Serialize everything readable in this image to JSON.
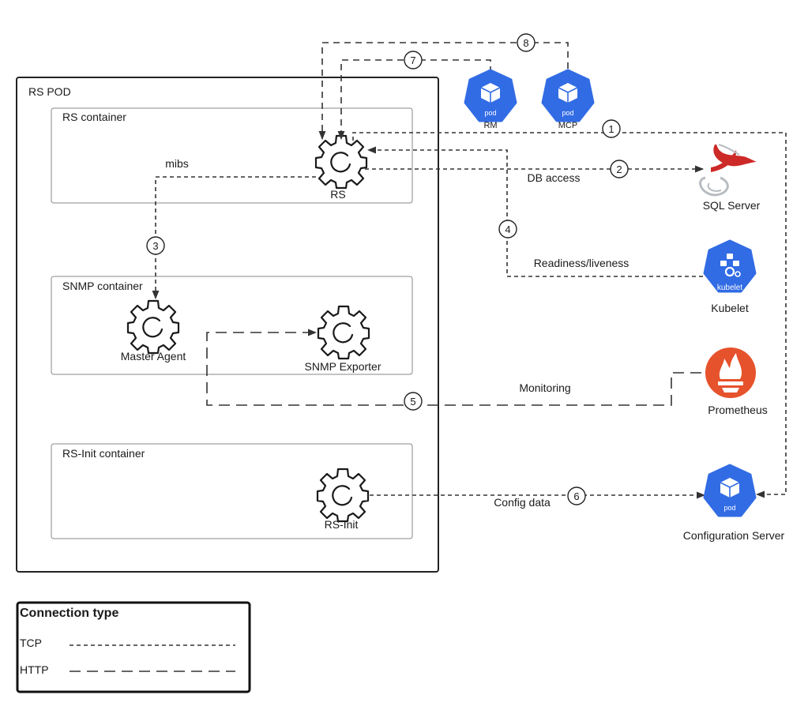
{
  "pod": {
    "title": "RS POD"
  },
  "containers": {
    "rs": {
      "title": "RS container",
      "process": "RS",
      "mibs_label": "mibs"
    },
    "snmp": {
      "title": "SNMP container",
      "master_agent": "Master Agent",
      "exporter": "SNMP Exporter"
    },
    "init": {
      "title": "RS-Init container",
      "process": "RS-Init"
    }
  },
  "externals": {
    "rm": {
      "badge": "pod",
      "label": "RM"
    },
    "mcp": {
      "badge": "pod",
      "label": "MCP"
    },
    "sql": {
      "label": "SQL Server"
    },
    "kubelet": {
      "badge": "kubelet",
      "label": "Kubelet"
    },
    "prometheus": {
      "label": "Prometheus"
    },
    "config": {
      "badge": "pod",
      "label": "Configuration Server"
    }
  },
  "connections": {
    "c1": {
      "num": "1"
    },
    "c2": {
      "num": "2",
      "label": "DB access"
    },
    "c3": {
      "num": "3"
    },
    "c4": {
      "num": "4",
      "label": "Readiness/liveness"
    },
    "c5": {
      "num": "5",
      "label": "Monitoring"
    },
    "c6": {
      "num": "6",
      "label": "Config data"
    },
    "c7": {
      "num": "7"
    },
    "c8": {
      "num": "8"
    }
  },
  "legend": {
    "title": "Connection type",
    "tcp": "TCP",
    "http": "HTTP"
  },
  "colors": {
    "kube_blue": "#326CE5",
    "prometheus": "#E6522C",
    "sql_red": "#CC2927",
    "sql_grey": "#B8BCC2"
  }
}
